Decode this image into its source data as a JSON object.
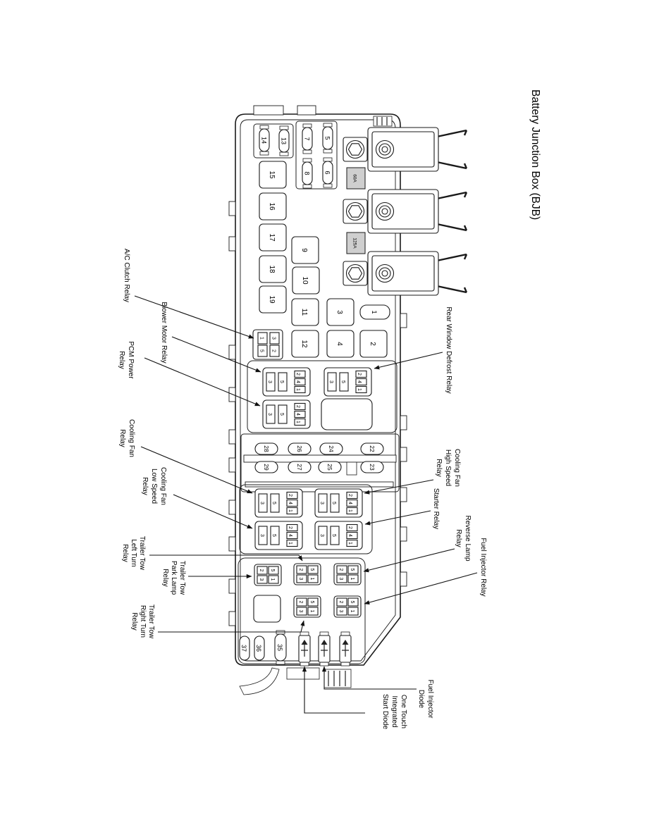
{
  "title": "Battery Junction Box (BJB)",
  "callouts": {
    "ac_clutch": [
      "A/C Clutch Relay"
    ],
    "blower_motor": [
      "Blower Motor Relay"
    ],
    "pcm_power": [
      "PCM Power",
      "Relay"
    ],
    "cooling_fan": [
      "Cooling Fan",
      "Relay"
    ],
    "cooling_fan_low": [
      "Cooling Fan",
      "Low Speed",
      "Relay"
    ],
    "trailer_left": [
      "Trailer Tow",
      "Left Turn",
      "Relay"
    ],
    "trailer_park": [
      "Trailer Tow",
      "Park Lamp",
      "Relay"
    ],
    "trailer_right": [
      "Trailer Tow",
      "Right Turn",
      "Relay"
    ],
    "rear_defrost": [
      "Rear Window Defrost Relay"
    ],
    "cooling_fan_high": [
      "Cooling Fan",
      "High Speed",
      "Relay"
    ],
    "starter": [
      "Starter Relay"
    ],
    "reverse_lamp": [
      "Reverse Lamp",
      "Relay"
    ],
    "fuel_inj_relay": [
      "Fuel Injector Relay"
    ],
    "fuel_inj_diode": [
      "Fuel Injector",
      "Diode"
    ],
    "one_touch": [
      "One Touch",
      "Integrated",
      "Start Diode"
    ]
  },
  "fuses": {
    "cartridge": {
      "f5": "5",
      "f6": "6",
      "f7": "7",
      "f8": "8",
      "f13": "13",
      "f14": "14"
    },
    "squares": {
      "f1": "1",
      "f2": "2",
      "f3": "3",
      "f4": "4",
      "f9": "9",
      "f10": "10",
      "f11": "11",
      "f12": "12",
      "f15": "15",
      "f16": "16",
      "f17": "17",
      "f18": "18",
      "f19": "19"
    },
    "strip": [
      "22",
      "23",
      "24",
      "25",
      "26",
      "27",
      "28",
      "29"
    ],
    "bottom": [
      "35",
      "36",
      "37"
    ],
    "links": [
      "60A",
      "125A"
    ]
  },
  "pins": {
    "mini": [
      "2",
      "4",
      "1",
      "5",
      "3"
    ],
    "micro": [
      "5",
      "1",
      "2",
      "3"
    ],
    "quad": [
      "3",
      "2",
      "1",
      "5"
    ]
  },
  "colors": {
    "line": "#1a1a1a",
    "paper": "#ffffff"
  }
}
